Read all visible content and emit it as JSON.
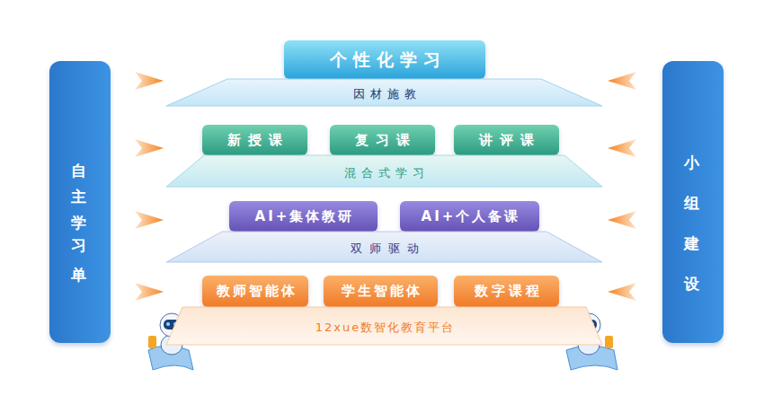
{
  "diagram": {
    "nodes": [
      {
        "text": [
          "个性化学习"
        ]
      },
      {
        "text": [
          "因材施教"
        ]
      },
      {
        "text": [
          "新授课"
        ]
      },
      {
        "text": [
          "复习课"
        ]
      },
      {
        "text": [
          "讲评课"
        ]
      },
      {
        "text": [
          "混合式学习"
        ]
      },
      {
        "text": [
          "AI+集体教研"
        ]
      },
      {
        "text": [
          "AI+个人备课"
        ]
      },
      {
        "text": [
          "双师驱动"
        ]
      },
      {
        "text": [
          "教师智能体"
        ]
      },
      {
        "text": [
          "学生智能体"
        ]
      },
      {
        "text": [
          "数字课程"
        ]
      },
      {
        "text": [
          "12xue数智化教育平台"
        ]
      },
      {
        "text": [
          "自主学习单"
        ]
      },
      {
        "text": [
          "小组建设"
        ]
      }
    ]
  }
}
